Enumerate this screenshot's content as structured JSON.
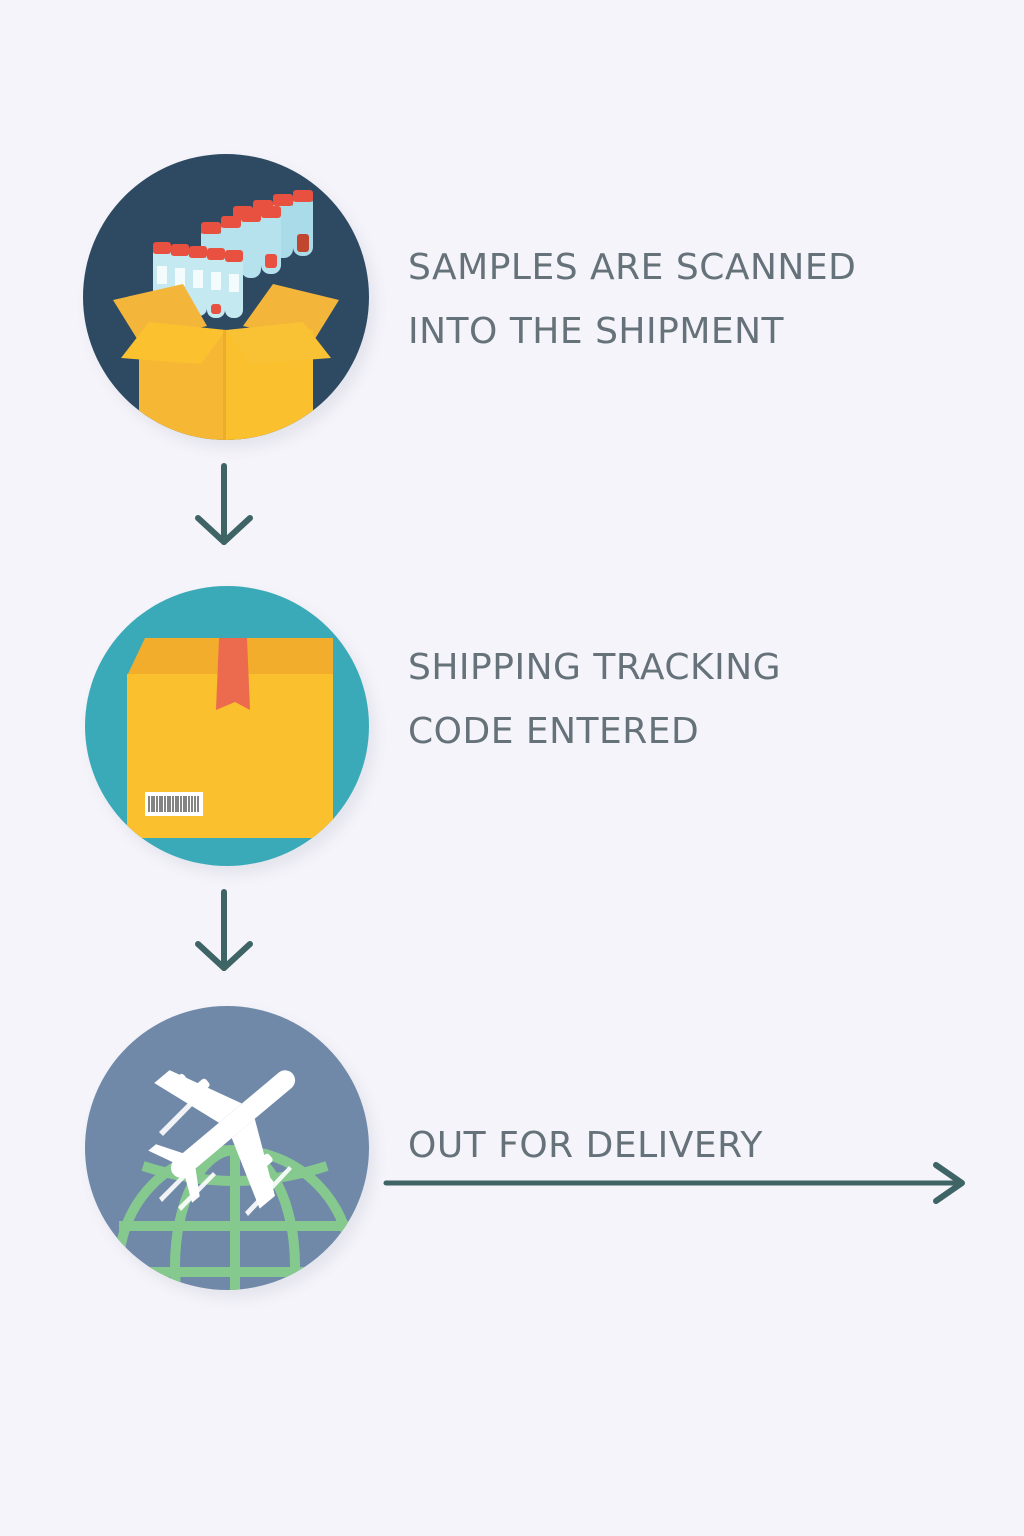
{
  "colors": {
    "background": "#f5f4fa",
    "text": "#66727a",
    "arrow": "#3e6466",
    "step1_circle": "#2e4a63",
    "step2_circle": "#3baab8",
    "step3_circle": "#7089a9",
    "box_yellow": "#fbc02d",
    "box_shade": "#f2a92a",
    "tape_red": "#ec6a4d",
    "tube_cap": "#e8503f",
    "globe_green": "#86c98e",
    "plane_white": "#ffffff"
  },
  "steps": [
    {
      "icon": "open-box-with-sample-tubes-icon",
      "lines": [
        "SAMPLES ARE SCANNED",
        "INTO THE SHIPMENT"
      ]
    },
    {
      "icon": "sealed-package-with-barcode-icon",
      "lines": [
        "SHIPPING TRACKING",
        "CODE ENTERED"
      ]
    },
    {
      "icon": "airplane-over-globe-icon",
      "lines": [
        "OUT FOR DELIVERY"
      ]
    }
  ],
  "connectors": [
    {
      "icon": "arrow-down-icon"
    },
    {
      "icon": "arrow-down-icon"
    },
    {
      "icon": "arrow-right-icon"
    }
  ]
}
